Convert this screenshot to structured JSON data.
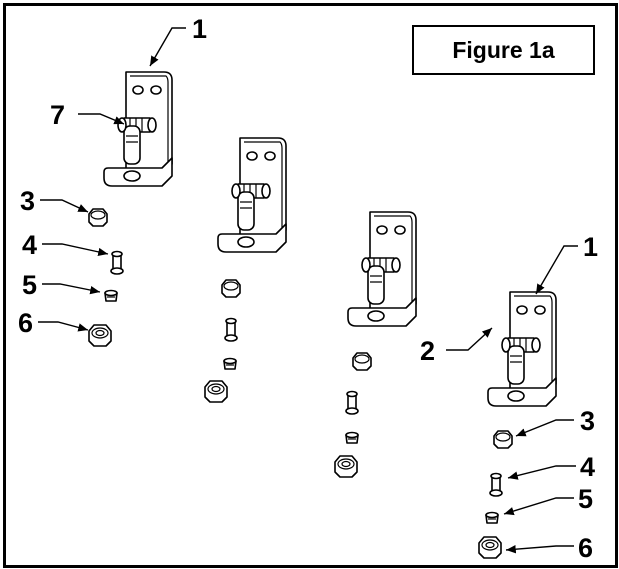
{
  "figure": {
    "title": "Figure 1a",
    "callouts": [
      "1",
      "7",
      "3",
      "4",
      "5",
      "6",
      "1",
      "2",
      "3",
      "4",
      "5",
      "6"
    ]
  }
}
